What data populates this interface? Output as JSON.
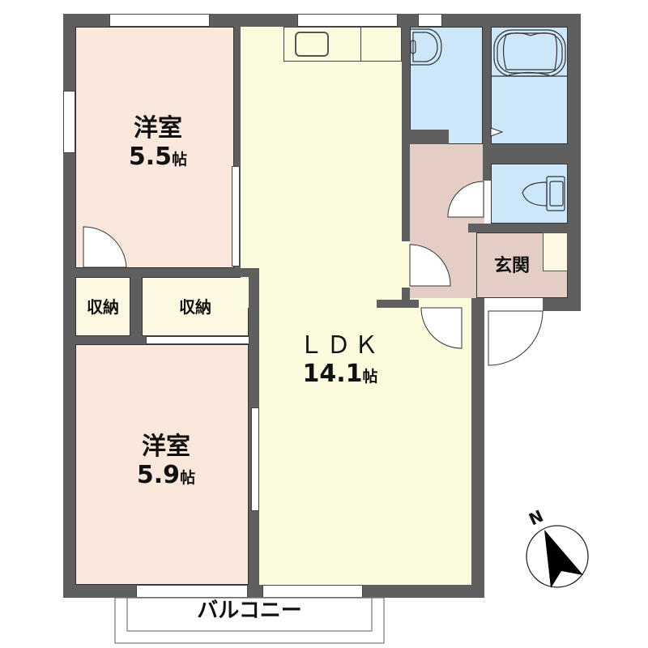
{
  "floor_plan": {
    "colors": {
      "wall": "#5f5f5f",
      "western_room": "#fbe8dc",
      "ldk": "#fdfbdd",
      "storage": "#fdf8e2",
      "wet_area": "#cce6fa",
      "entrance": "#e3cdc5",
      "exterior": "#ffffff"
    },
    "rooms": [
      {
        "id": "western-room-north",
        "name": "洋室",
        "size": "5.5",
        "unit": "帖"
      },
      {
        "id": "storage-small",
        "name": "収納"
      },
      {
        "id": "storage-large",
        "name": "収納"
      },
      {
        "id": "western-room-south",
        "name": "洋室",
        "size": "5.9",
        "unit": "帖"
      },
      {
        "id": "ldk",
        "name": "ＬＤＫ",
        "size": "14.1",
        "unit": "帖"
      },
      {
        "id": "washroom",
        "name": ""
      },
      {
        "id": "bathroom",
        "name": ""
      },
      {
        "id": "toilet",
        "name": ""
      },
      {
        "id": "hallway",
        "name": ""
      },
      {
        "id": "entrance",
        "name": "玄関"
      }
    ],
    "balcony": {
      "name": "バルコニー"
    },
    "compass": {
      "label": "N"
    }
  }
}
